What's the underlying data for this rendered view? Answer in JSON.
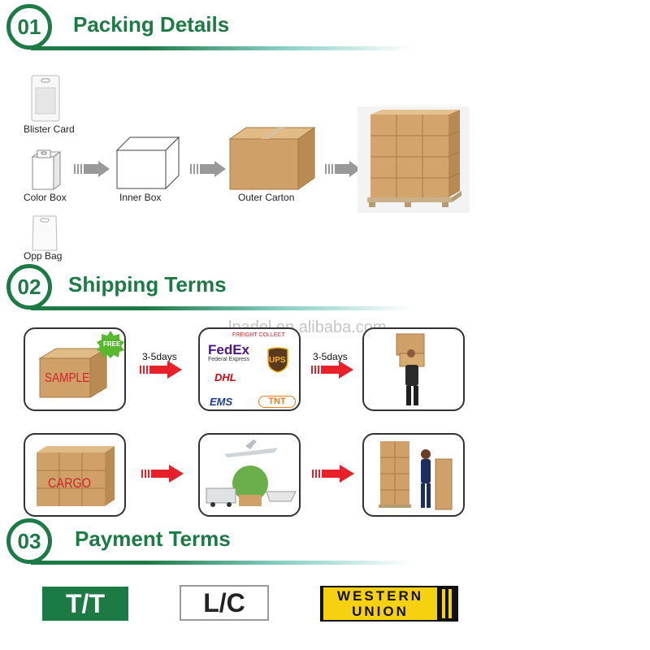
{
  "sections": [
    {
      "number": "01",
      "title": "Packing Details"
    },
    {
      "number": "02",
      "title": "Shipping Terms"
    },
    {
      "number": "03",
      "title": "Payment Terms"
    }
  ],
  "packing": {
    "blister_card": "Blister Card",
    "color_box": "Color Box",
    "opp_bag": "Opp Bag",
    "inner_box": "Inner Box",
    "outer_carton": "Outer Carton"
  },
  "shipping": {
    "sample_label": "SAMPLE",
    "free_badge": "FREE",
    "cargo_label": "CARGO",
    "days_1": "3-5days",
    "days_2": "3-5days",
    "freight_collect": "FREIGHT COLLECT",
    "fedex_main": "FedEx",
    "fedex_sub": "Federal Express",
    "ups": "UPS",
    "dhl": "DHL",
    "ems": "EMS",
    "tnt": "TNT",
    "watermark": "lpadel.en.alibaba.com"
  },
  "payment": {
    "tt": "T/T",
    "lc": "L/C",
    "wu_line1": "WESTERN",
    "wu_line2": "UNION"
  },
  "colors": {
    "accent_green": "#1c7a44",
    "arrow_red": "#e8202a",
    "carton_brown": "#c99a5e",
    "wu_yellow": "#f6d10f"
  }
}
